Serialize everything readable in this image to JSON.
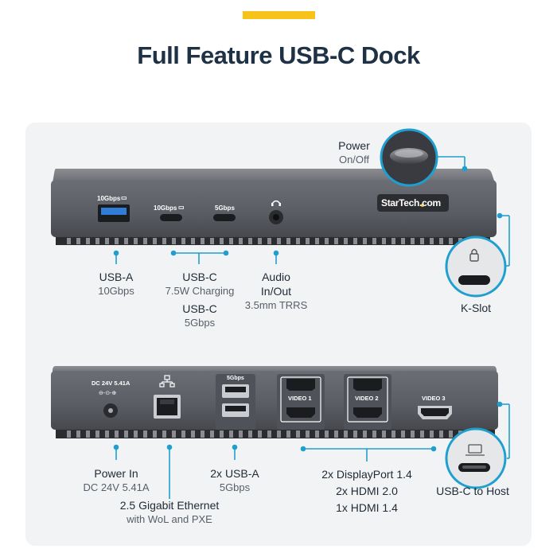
{
  "header": {
    "title": "Full Feature USB-C Dock"
  },
  "colors": {
    "accent": "#f7c21a",
    "title": "#1f3245",
    "callout": "#1f9fd0",
    "body": "#5e6068"
  },
  "brand": {
    "logo": "StarTech.com"
  },
  "front": {
    "port_labels": {
      "usba": "10Gbps",
      "usbc1": "10Gbps",
      "usbc2": "5Gbps"
    },
    "callouts": {
      "power_title": "Power",
      "power_sub": "On/Off",
      "usba_title": "USB-A",
      "usba_sub": "10Gbps",
      "usbc_title": "USB-C",
      "usbc_sub": "7.5W Charging",
      "usbc2_title": "USB-C",
      "usbc2_sub": "5Gbps",
      "audio_title_1": "Audio",
      "audio_title_2": "In/Out",
      "audio_sub": "3.5mm TRRS",
      "kslot_title": "K-Slot"
    }
  },
  "rear": {
    "port_labels": {
      "dc": "DC 24V 5.41A",
      "usb": "5Gbps",
      "video1": "VIDEO 1",
      "video2": "VIDEO 2",
      "video3": "VIDEO 3"
    },
    "callouts": {
      "power_title": "Power In",
      "power_sub": "DC 24V 5.41A",
      "eth_title": "2.5 Gigabit Ethernet",
      "eth_sub": "with WoL and PXE",
      "usba_title": "2x USB-A",
      "usba_sub": "5Gbps",
      "video_line1": "2x DisplayPort 1.4",
      "video_line2": "2x HDMI 2.0",
      "video_line3": "1x HDMI 1.4",
      "host_title": "USB-C to Host"
    }
  }
}
